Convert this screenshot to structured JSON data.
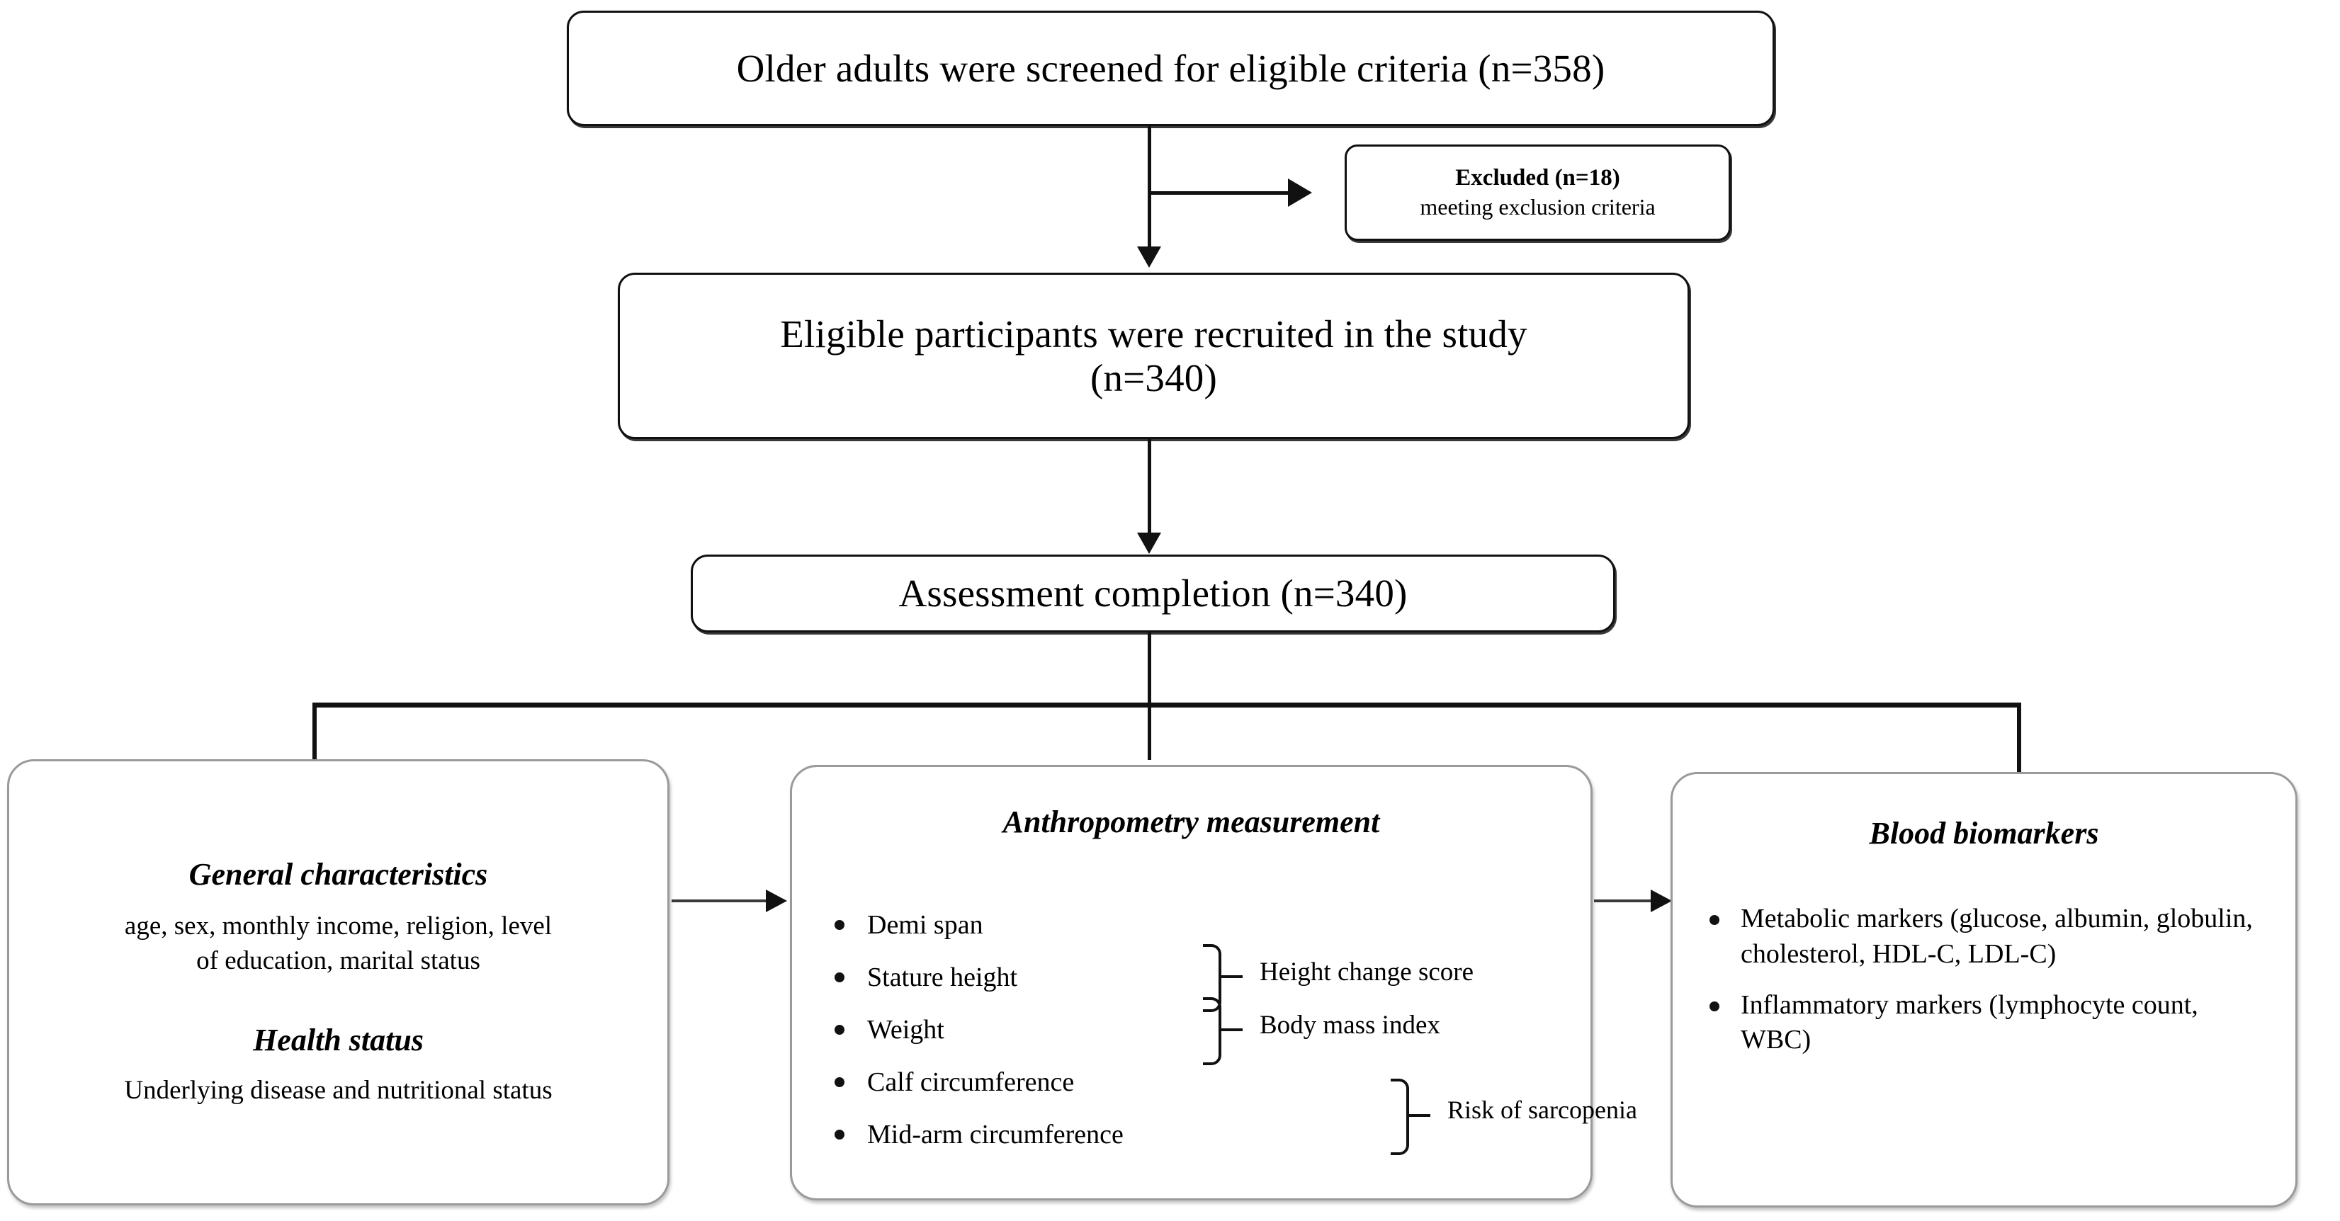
{
  "flow": {
    "screened": "Older adults were screened for eligible criteria (n=358)",
    "excluded_title": "Excluded (n=18)",
    "excluded_sub": "meeting exclusion criteria",
    "recruited_line1": "Eligible participants were recruited in the study",
    "recruited_line2": "(n=340)",
    "assessment": "Assessment completion (n=340)"
  },
  "general": {
    "heading1": "General characteristics",
    "body1_line1": "age, sex, monthly income, religion, level",
    "body1_line2": "of education, marital status",
    "heading2": "Health status",
    "body2": "Underlying disease and nutritional status"
  },
  "anthropometry": {
    "heading": "Anthropometry measurement",
    "items": [
      "Demi span",
      "Stature height",
      "Weight",
      "Calf circumference",
      "Mid-arm circumference"
    ],
    "derived": [
      "Height change score",
      "Body mass index",
      "Risk of sarcopenia"
    ]
  },
  "blood": {
    "heading": "Blood biomarkers",
    "items": [
      "Metabolic markers (glucose, albumin, globulin, cholesterol, HDL-C, LDL-C)",
      "Inflammatory markers (lymphocyte count, WBC)"
    ]
  },
  "colors": {
    "stroke_dark": "#111111",
    "stroke_light": "#9a9a9a",
    "background": "#ffffff"
  }
}
